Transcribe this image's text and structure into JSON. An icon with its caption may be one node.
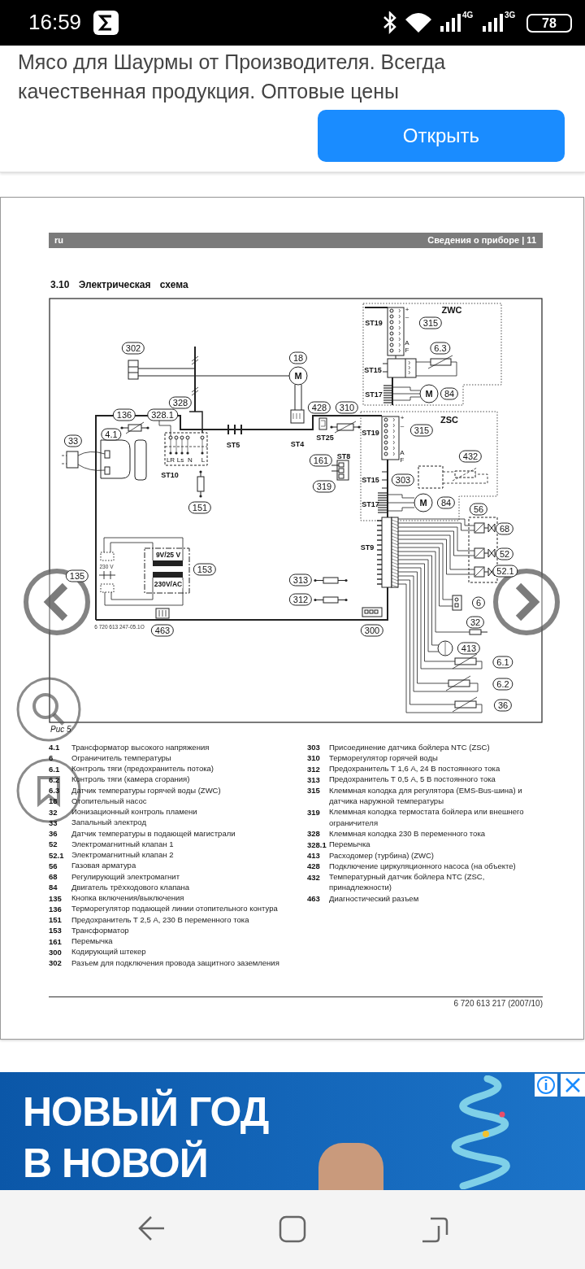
{
  "diagram": {
    "title": "3.10 Электрическая схема",
    "caption": "Рис 5",
    "labels": [
      "16:59",
      "4G",
      "3G",
      "78",
      "Мясо для Шаурмы от Производителя. Всегда качественная продукция. Оптовые цены",
      "Открыть",
      "ru",
      "Сведения о приборе | 11",
      "+",
      "ZWC",
      "ST19",
      "–",
      "315",
      "302",
      "A",
      "F",
      "6.3",
      "18",
      "ST15",
      "M",
      "ST17",
      "M",
      "84",
      "328",
      "428",
      "310",
      "136",
      "328.1",
      "+",
      "ZSC",
      "4.1",
      "ST25",
      "ST19",
      "–",
      "315",
      "33",
      "ST5",
      "ST4",
      "LR",
      "Ls",
      "N",
      "L",
      "161",
      "ST8",
      "A",
      "F",
      "432",
      "ST10",
      "319",
      "ST15",
      "303",
      "151",
      "ST17",
      "M",
      "84",
      "56",
      "68",
      "ST9",
      "9V/25 V",
      "52",
      "135",
      "230 V",
      "153",
      "52.1",
      "230V/AC",
      "313",
      "312",
      "6",
      "6 720 613 247-05.1O",
      "463",
      "300",
      "32",
      "413",
      "6.1",
      "6.2",
      "36",
      "4.1",
      "Трансформатор высокого напряжения",
      "6",
      "Ограничитель температуры",
      "6.1",
      "Контроль тяги (предохранитель потока)",
      "6.2",
      "Контроль тяги (камера сгорания)",
      "6.3",
      "Датчик температуры горячей воды (ZWC)",
      "18",
      "Отопительный насос",
      "32",
      "Ионизационный контроль пламени",
      "33",
      "Запальный электрод",
      "36",
      "Датчик температуры в подающей магистрали",
      "52",
      "Электромагнитный клапан 1",
      "52.1",
      "Электромагнитный клапан 2",
      "56",
      "Газовая арматура",
      "68",
      "Регулирующий электромагнит",
      "84",
      "Двигатель трёхходового клапана",
      "135",
      "Кнопка включения/выключения",
      "136",
      "Терморегулятор подающей линии отопительного контура",
      "151",
      "Предохранитель Т 2,5 А, 230 В переменного тока",
      "153",
      "Трансформатор",
      "161",
      "Перемычка",
      "300",
      "Кодирующий штекер",
      "302",
      "Разъем для подключения провода защитного заземления",
      "303",
      "Присоединение датчика бойлера NTC (ZSC)",
      "310",
      "Терморегулятор горячей воды",
      "312",
      "Предохранитель Т 1,6 А, 24 В постоянного тока",
      "313",
      "Предохранитель Т 0,5 А, 5 В постоянного тока",
      "315",
      "Клеммная колодка для регулятора (EMS-Bus-шина) и датчика наружной температуры",
      "319",
      "Клеммная колодка термостата бойлера или внешнего ограничителя",
      "328",
      "Клеммная колодка 230 В переменного тока",
      "328.1",
      "Перемычка",
      "413",
      "Расходомер (турбина) (ZWC)",
      "428",
      "Подключение циркуляционного насоса (на объекте)",
      "432",
      "Температурный датчик бойлера NTC (ZSC, принадлежности)",
      "463",
      "Диагностический разъем",
      "6 720 613 217 (2007/10)",
      "НОВЫЙ ГОД",
      "В НОВОЙ"
    ]
  }
}
